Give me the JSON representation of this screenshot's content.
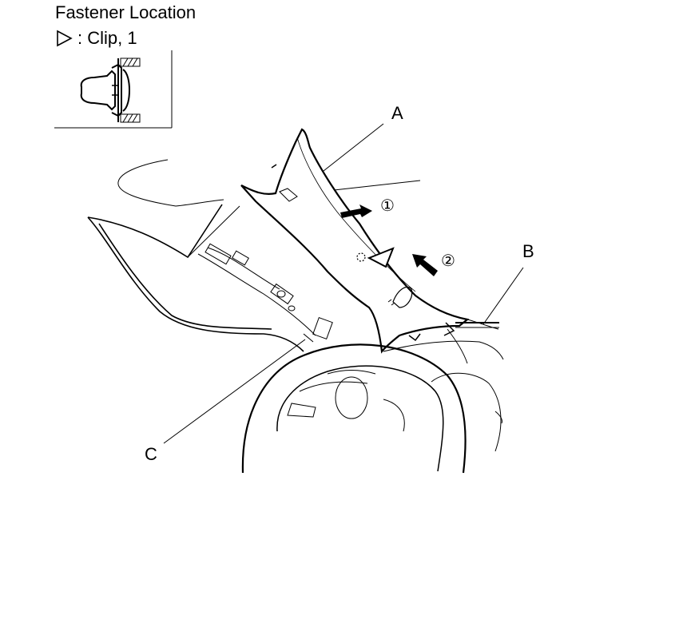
{
  "header": {
    "title": "Fastener Location",
    "legend_label": ": Clip, 1"
  },
  "callouts": {
    "a": "A",
    "b": "B",
    "c": "C"
  },
  "steps": {
    "step1": "①",
    "step2": "②"
  },
  "icons": {
    "clip_symbol": "triangle-outline-icon",
    "direction": "arrow-icon"
  },
  "colors": {
    "line": "#000000",
    "background": "#ffffff",
    "light_line": "#888888"
  }
}
